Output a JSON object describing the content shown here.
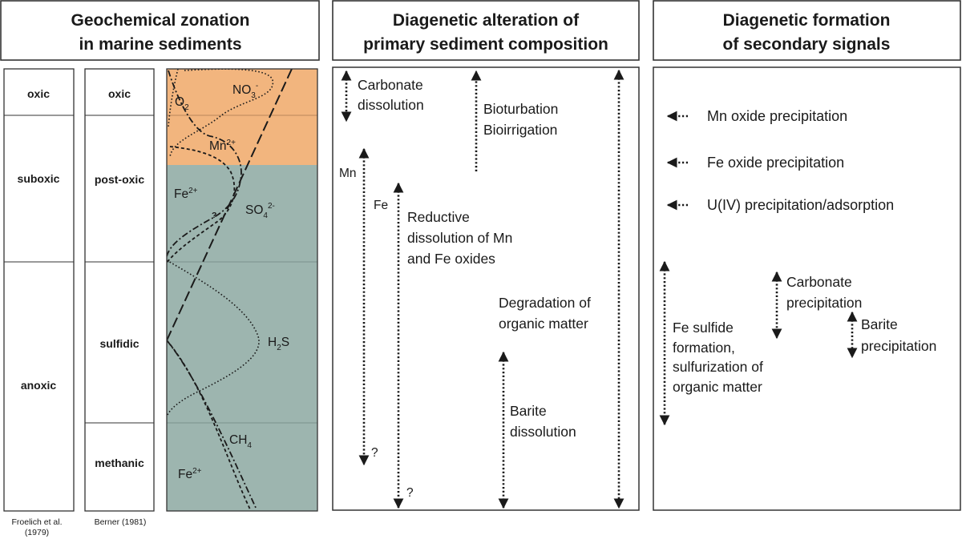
{
  "headers": {
    "zonation": [
      "Geochemical zonation",
      "in marine sediments"
    ],
    "alteration": [
      "Diagenetic alteration of",
      "primary sediment composition"
    ],
    "formation": [
      "Diagenetic formation",
      "of secondary signals"
    ]
  },
  "froelich_zones": [
    "oxic",
    "suboxic",
    "anoxic"
  ],
  "berner_zones": [
    "oxic",
    "post-oxic",
    "sulfidic",
    "methanic"
  ],
  "citations": {
    "froelich": [
      "Froelich et al.",
      "(1979)"
    ],
    "berner": "Berner (1981)"
  },
  "profile_labels": {
    "o2": {
      "base": "O",
      "sub": "2"
    },
    "no3": {
      "base": "NO",
      "sub": "3",
      "sup": "-"
    },
    "mn": {
      "base": "Mn",
      "sup": "2+"
    },
    "fe_upper": {
      "base": "Fe",
      "sup": "2+"
    },
    "question": "?",
    "so4": {
      "base": "SO",
      "sub": "4",
      "sup": "2-"
    },
    "h2s": {
      "base": "H",
      "sub": "2",
      "tail": "S"
    },
    "ch4": {
      "base": "CH",
      "sub": "4"
    },
    "fe_lower": {
      "base": "Fe",
      "sup": "2+"
    }
  },
  "colors": {
    "oxic_fill": "#F2B57E",
    "anoxic_fill": "#9DB5AF",
    "frame": "#333333",
    "ink": "#1a1a1a"
  },
  "alteration": {
    "carbonate_dissolution": [
      "Carbonate",
      "dissolution"
    ],
    "bioturbation": [
      "Bioturbation",
      "Bioirrigation"
    ],
    "mn": "Mn",
    "fe": "Fe",
    "reductive": [
      "Reductive",
      "dissolution of Mn",
      "and Fe oxides"
    ],
    "degradation": [
      "Degradation of",
      "organic matter"
    ],
    "barite_dissolution": [
      "Barite",
      "dissolution"
    ],
    "question_mn": "?",
    "question_fe": "?"
  },
  "formation": {
    "mn_oxide": "Mn oxide precipitation",
    "fe_oxide": "Fe oxide precipitation",
    "uranium": "U(IV) precipitation/adsorption",
    "carbonate_precip": [
      "Carbonate",
      "precipitation"
    ],
    "fe_sulfide": [
      "Fe sulfide",
      "formation,",
      "sulfurization of",
      "organic matter"
    ],
    "barite_precip": [
      "Barite",
      "precipitation"
    ]
  },
  "icons": [
    "arrow-up-icon",
    "arrow-down-icon",
    "arrow-left-icon"
  ]
}
